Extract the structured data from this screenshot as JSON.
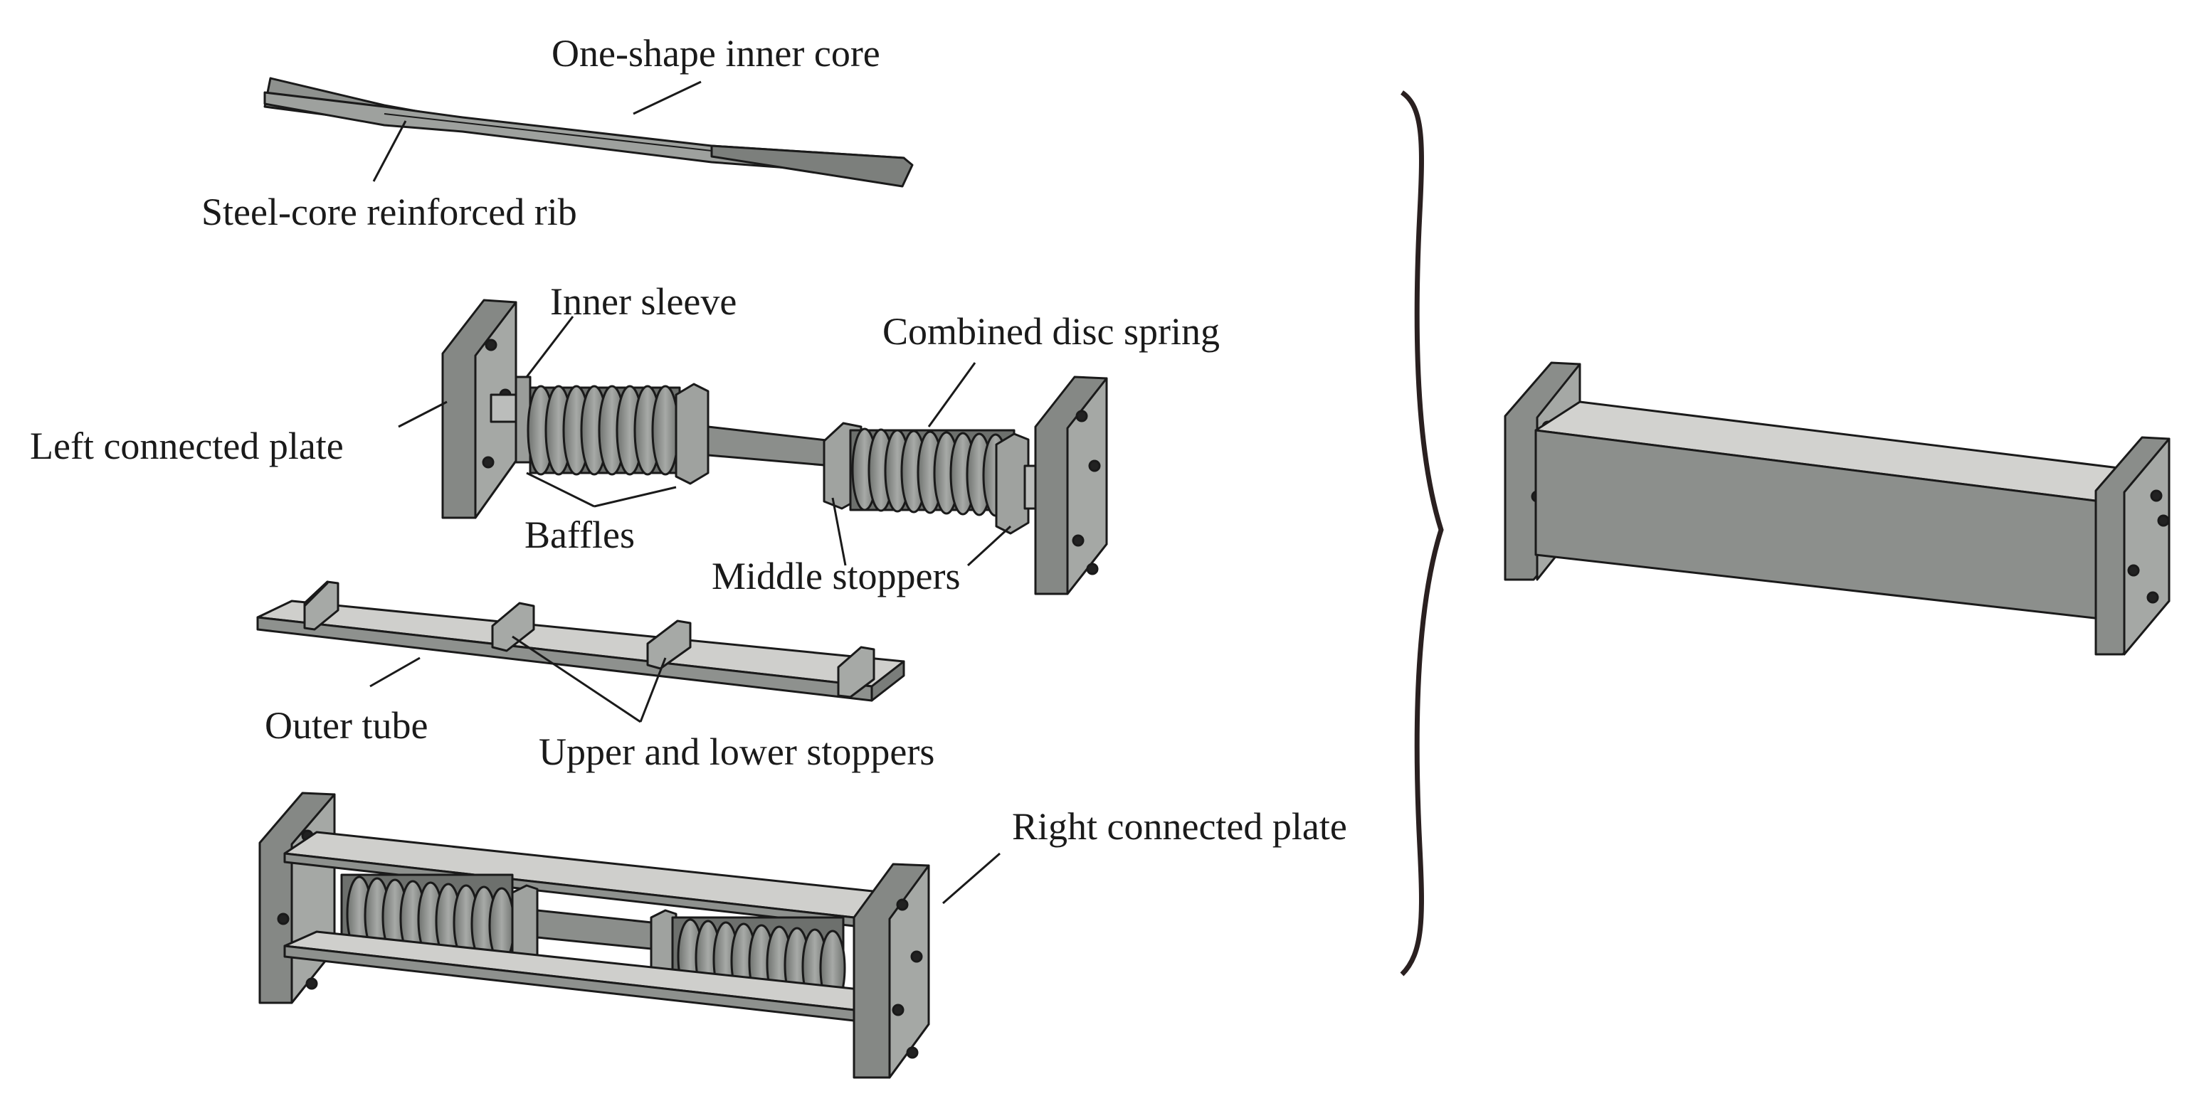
{
  "labels": {
    "inner_core": "One-shape inner core",
    "reinforced_rib": "Steel-core reinforced rib",
    "inner_sleeve": "Inner sleeve",
    "disc_spring": "Combined disc spring",
    "left_plate": "Left connected plate",
    "baffles": "Baffles",
    "middle_stoppers": "Middle stoppers",
    "outer_tube": "Outer tube",
    "upper_lower_stoppers": "Upper and lower stoppers",
    "right_plate": "Right connected plate"
  },
  "colors": {
    "steel_dark": "#7f827f",
    "steel_mid": "#9b9e9b",
    "steel_light": "#cfcfcc",
    "plate": "#8c8f8c",
    "line": "#1a1a1a",
    "brace": "#2a2020"
  }
}
